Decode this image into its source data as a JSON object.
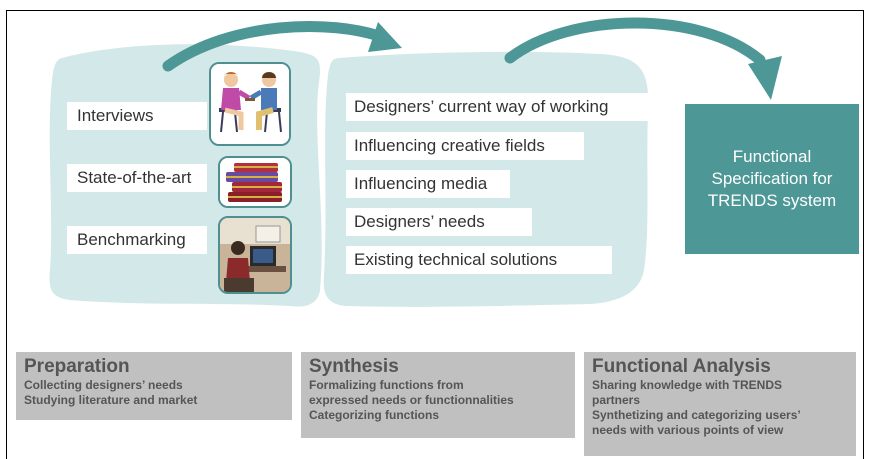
{
  "left_panel": {
    "items": [
      {
        "label": "Interviews",
        "icon": "interview-people-icon"
      },
      {
        "label": "State-of-the-art",
        "icon": "books-stack-icon"
      },
      {
        "label": "Benchmarking",
        "icon": "computer-user-photo-icon"
      }
    ]
  },
  "middle_panel": {
    "items": [
      "Designers’ current way of working",
      "Influencing creative fields",
      "Influencing media",
      "Designers’ needs",
      "Existing technical solutions"
    ]
  },
  "output_box": {
    "lines": [
      "Functional",
      "Specification for",
      "TRENDS system"
    ]
  },
  "phases": [
    {
      "title": "Preparation",
      "lines": [
        "Collecting designers’ needs",
        "Studying literature and market"
      ]
    },
    {
      "title": "Synthesis",
      "lines": [
        "Formalizing functions from",
        "expressed needs or functionnalities",
        "Categorizing functions"
      ]
    },
    {
      "title": "Functional Analysis",
      "lines": [
        "Sharing knowledge with TRENDS",
        "partners",
        "Synthetizing and categorizing users’",
        "needs with various points of view"
      ]
    }
  ],
  "colors": {
    "panel_fill": "#d3e8e8",
    "arrow": "#4d9797",
    "output_fill": "#4d9797",
    "phase_fill": "#c0c0c0"
  }
}
